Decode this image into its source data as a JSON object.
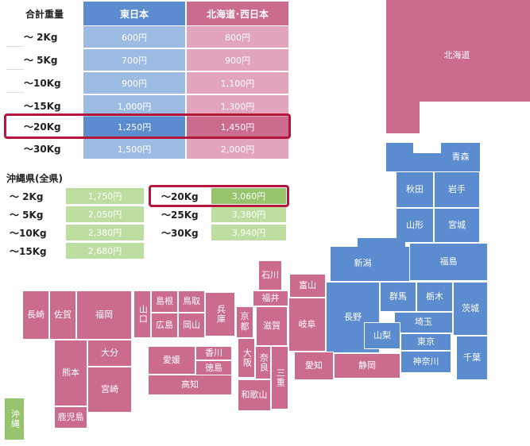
{
  "main_table": {
    "header": {
      "weight": "合計重量",
      "east": "東日本",
      "north_west": "北海道･西日本"
    },
    "rows": [
      {
        "weight": "～ 2Kg",
        "east": "600円",
        "west": "800円"
      },
      {
        "weight": "～ 5Kg",
        "east": "700円",
        "west": "900円"
      },
      {
        "weight": "～10Kg",
        "east": "900円",
        "west": "1,100円"
      },
      {
        "weight": "～15Kg",
        "east": "1,000円",
        "west": "1,300円"
      },
      {
        "weight": "～20Kg",
        "east": "1,250円",
        "west": "1,450円"
      },
      {
        "weight": "～30Kg",
        "east": "1,500円",
        "west": "2,000円"
      }
    ]
  },
  "okinawa": {
    "title": "沖縄県(全県)",
    "left": [
      {
        "weight": "～ 2Kg",
        "price": "1,750円"
      },
      {
        "weight": "～ 5Kg",
        "price": "2,050円"
      },
      {
        "weight": "～10Kg",
        "price": "2,380円"
      },
      {
        "weight": "～15Kg",
        "price": "2,680円"
      }
    ],
    "right": [
      {
        "weight": "～20Kg",
        "price": "3,060円"
      },
      {
        "weight": "～25Kg",
        "price": "3,380円"
      },
      {
        "weight": "～30Kg",
        "price": "3,940円"
      }
    ]
  },
  "colors": {
    "east": "#5b8ccf",
    "east_light": "#9dbce3",
    "west": "#cb6b8e",
    "west_light": "#e3a5bd",
    "okinawa": "#96c46c",
    "okinawa_light": "#bedda0",
    "highlight": "#b5163b"
  },
  "map": {
    "hokkaido": "北海道",
    "aomori": "青森",
    "akita": "秋田",
    "iwate": "岩手",
    "yamagata": "山形",
    "miyagi": "宮城",
    "niigata": "新潟",
    "fukushima": "福島",
    "gunma": "群馬",
    "tochigi": "栃木",
    "ibaraki": "茨城",
    "saitama": "埼玉",
    "tokyo": "東京",
    "chiba": "千葉",
    "kanagawa": "神奈川",
    "yamanashi": "山梨",
    "nagano": "長野",
    "shizuoka": "静岡",
    "aichi": "愛知",
    "gifu": "岐阜",
    "toyama": "富山",
    "ishikawa": "石川",
    "fukui": "福井",
    "shiga": "滋賀",
    "kyoto": "京都",
    "osaka": "大阪",
    "nara": "奈良",
    "mie": "三重",
    "wakayama": "和歌山",
    "hyogo": "兵庫",
    "okayama": "岡山",
    "tottori": "鳥取",
    "shimane": "島根",
    "hiroshima": "広島",
    "yamaguchi": "山口",
    "kagawa": "香川",
    "tokushima": "徳島",
    "ehime": "愛媛",
    "kochi": "高知",
    "fukuoka": "福岡",
    "saga": "佐賀",
    "nagasaki": "長崎",
    "oita": "大分",
    "kumamoto": "熊本",
    "miyazaki": "宮崎",
    "kagoshima": "鹿児島",
    "okinawa": "沖縄"
  }
}
